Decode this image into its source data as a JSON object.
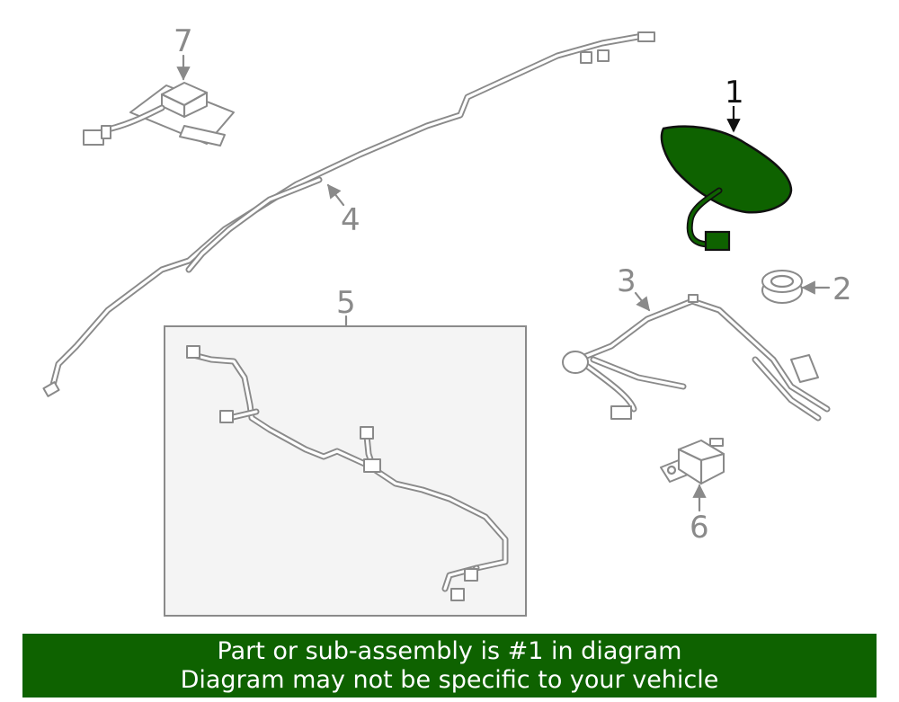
{
  "callouts": {
    "part_1": "1",
    "part_2": "2",
    "part_3": "3",
    "part_4": "4",
    "part_5": "5",
    "part_6": "6",
    "part_7": "7"
  },
  "banner": {
    "line1": "Part or sub-assembly is #1 in diagram",
    "line2": "Diagram may not be specific to your vehicle"
  },
  "colors": {
    "highlight_part": "#0e6200",
    "outline": "#8a8a8a",
    "banner_bg": "#0e6200",
    "banner_text": "#ffffff",
    "inset_bg": "#f4f4f4"
  }
}
